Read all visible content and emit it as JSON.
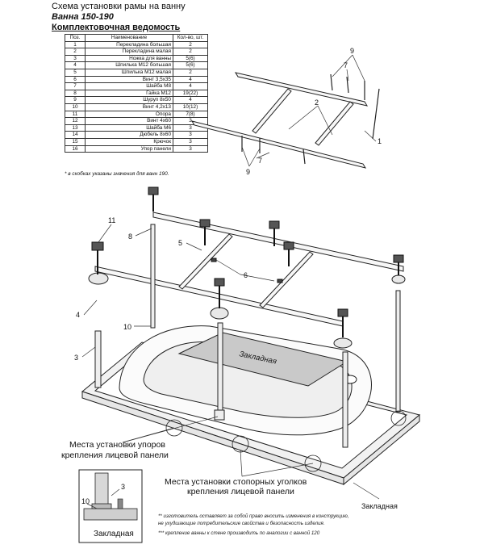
{
  "header": {
    "title": "Схема установки рамы на ванну",
    "model": "Ванна 150-190",
    "section": "Комплектовочная ведомость"
  },
  "table": {
    "columns": [
      "Поз.",
      "Наименование",
      "Кол-во, шт."
    ],
    "rows": [
      [
        "1",
        "Перекладина большая",
        "2"
      ],
      [
        "2",
        "Перекладина малая",
        "2"
      ],
      [
        "3",
        "Ножка для ванны",
        "5(6)"
      ],
      [
        "4",
        "Шпилька М12 большая",
        "5(6)"
      ],
      [
        "5",
        "Шпилька М12 малая",
        "2"
      ],
      [
        "6",
        "Винт 3,5х35",
        "4"
      ],
      [
        "7",
        "Шайба М8",
        "4"
      ],
      [
        "8",
        "Гайка М12",
        "19(22)"
      ],
      [
        "9",
        "Шуруп 8х50",
        "4"
      ],
      [
        "10",
        "Винт 4,2х13",
        "10(12)"
      ],
      [
        "11",
        "Опора",
        "7(8)"
      ],
      [
        "12",
        "Винт 4х60",
        "3"
      ],
      [
        "13",
        "Шайба М6",
        "3"
      ],
      [
        "14",
        "Дюбель 8х60",
        "3"
      ],
      [
        "15",
        "Крючок",
        "3"
      ],
      [
        "16",
        "Упор панели",
        "3"
      ]
    ],
    "footnote": "* в скобках указаны значения для ванн 190."
  },
  "frame_labels": {
    "l9a": "9",
    "l7a": "7",
    "l2": "2",
    "l1": "1",
    "l7b": "7",
    "l9b": "9"
  },
  "main_labels": {
    "l11": "11",
    "l8": "8",
    "l5": "5",
    "l6": "6",
    "l4": "4",
    "l10": "10",
    "l3": "3",
    "insert": "Закладная"
  },
  "captions": {
    "stops_1": "Места установки упоров",
    "stops_2": "крепления лицевой панели",
    "corners_1": "Места установки стопорных уголков",
    "corners_2": "крепления лицевой панели",
    "insert_right": "Закладная"
  },
  "detail": {
    "l10": "10",
    "l3": "3",
    "insert": "Закладная"
  },
  "notes": [
    "** изготовитель оставляет за собой право вносить изменения в конструкцию,",
    "не ухудшающие потребительские свойства и безопасность изделия.",
    "*** крепление ванны к стене производить по аналогии с ванной 120"
  ]
}
